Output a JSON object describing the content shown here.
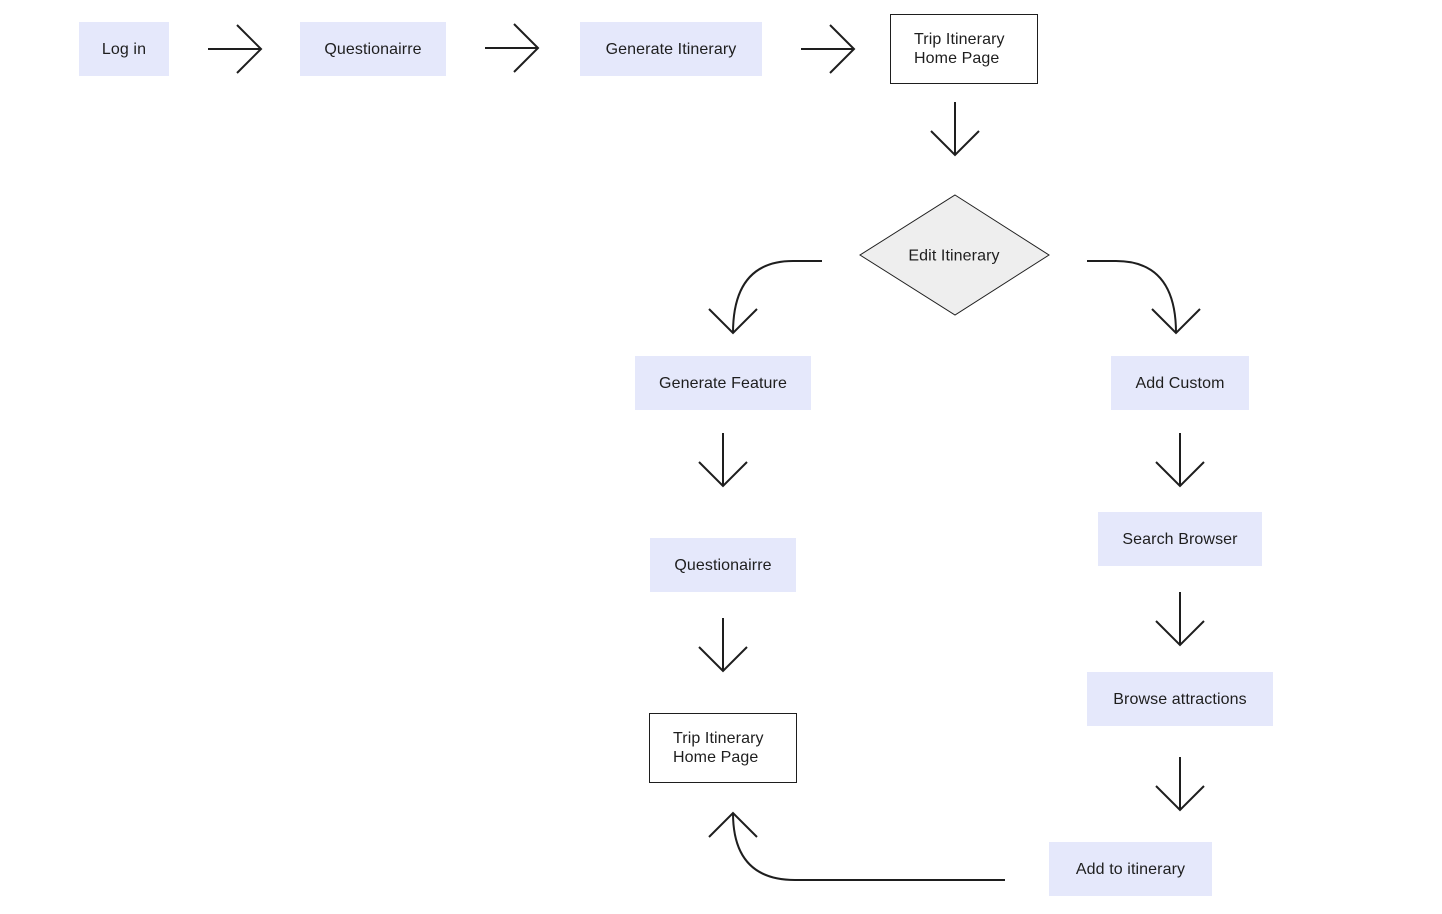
{
  "flow": {
    "steps": {
      "login": "Log in",
      "questionnaire_top": "Questionairre",
      "generate_itinerary": "Generate Itinerary",
      "home_top_line1": "Trip Itinerary",
      "home_top_line2": "Home Page",
      "edit_itinerary": "Edit Itinerary",
      "generate_feature": "Generate Feature",
      "questionnaire_bottom": "Questionairre",
      "home_bottom_line1": "Trip Itinerary",
      "home_bottom_line2": "Home Page",
      "add_custom": "Add Custom",
      "search_browser": "Search Browser",
      "browse_attractions": "Browse attractions",
      "add_to_itinerary": "Add to itinerary"
    }
  },
  "colors": {
    "step_fill": "#e5e8fb",
    "decision_fill": "#eeeeee",
    "stroke": "#1e1e1e"
  }
}
